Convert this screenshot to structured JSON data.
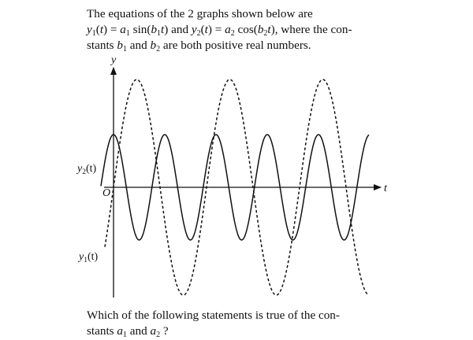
{
  "intro": {
    "line1": "The equations of the 2 graphs shown below are",
    "y1_name": "y",
    "y1_sub": "1",
    "t": "t",
    "eq_mid1": "(",
    "eq_mid2": ") = ",
    "a1_name": "a",
    "a1_sub": "1",
    "sin": " sin(",
    "b1_name": "b",
    "b1_sub": "1",
    "close_and": ") and ",
    "y2_name": "y",
    "y2_sub": "2",
    "a2_name": "a",
    "a2_sub": "2",
    "cos": " cos(",
    "b2_name": "b",
    "b2_sub": "2",
    "close_where": "), where the con-",
    "line3_a": "stants ",
    "line3_and": " and ",
    "line3_end": " are both positive real numbers."
  },
  "graph": {
    "y_axis_label": "y",
    "t_axis_label": "t",
    "origin_label": "O",
    "y2_label": "y",
    "y2_label_sub": "2",
    "y1_label": "y",
    "y1_label_sub": "1",
    "label_arg": "(t)",
    "curve_solid": "y2",
    "curve_dashed": "y1"
  },
  "question": {
    "line1": "Which of the following statements is true of the con-",
    "line2_a": "stants ",
    "a1_name": "a",
    "a1_sub": "1",
    "and": " and ",
    "a2_name": "a",
    "a2_sub": "2",
    "end": " ?"
  }
}
